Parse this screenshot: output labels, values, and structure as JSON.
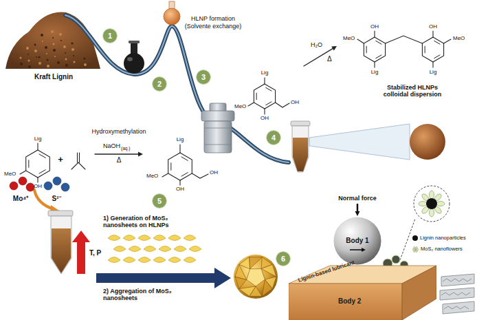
{
  "diagram": {
    "nodes": [
      {
        "text": [
          "1"
        ]
      },
      {
        "text": [
          "2"
        ]
      },
      {
        "text": [
          "3"
        ]
      },
      {
        "text": [
          "4"
        ]
      },
      {
        "text": [
          "5"
        ]
      },
      {
        "text": [
          "6"
        ]
      },
      {
        "text": [
          "Body 1"
        ]
      },
      {
        "text": [
          "Lignin-based lubricant",
          "Body 2"
        ]
      }
    ],
    "labels": [
      "Kraft Lignin",
      "HLNP formation",
      "(Solvente exchange)",
      "Hydroxymethylation",
      "NaOH",
      "(aq.)",
      "Δ",
      "Lig",
      "MeO",
      "OH",
      "+",
      "Lig",
      "MeO",
      "OH",
      "OH",
      "Lig",
      "MeO",
      "OH",
      "OH",
      "H₂O",
      "Δ",
      "MeO",
      "OH",
      "OH",
      "MeO",
      "Lig",
      "Lig",
      "Stabilized HLNPs colloidal dispersion",
      "Mo⁴⁺",
      "S²⁻",
      "T, P",
      "1) Generation of MoS₂ nanosheets on HLNPs",
      "2) Aggregation of MoS₂ nanosheets",
      "Normal force"
    ],
    "legend": [
      {
        "text": "Lignin nanoparticles",
        "color": "#111111"
      },
      {
        "text": "MoS₂ nanoflowers"
      }
    ]
  }
}
